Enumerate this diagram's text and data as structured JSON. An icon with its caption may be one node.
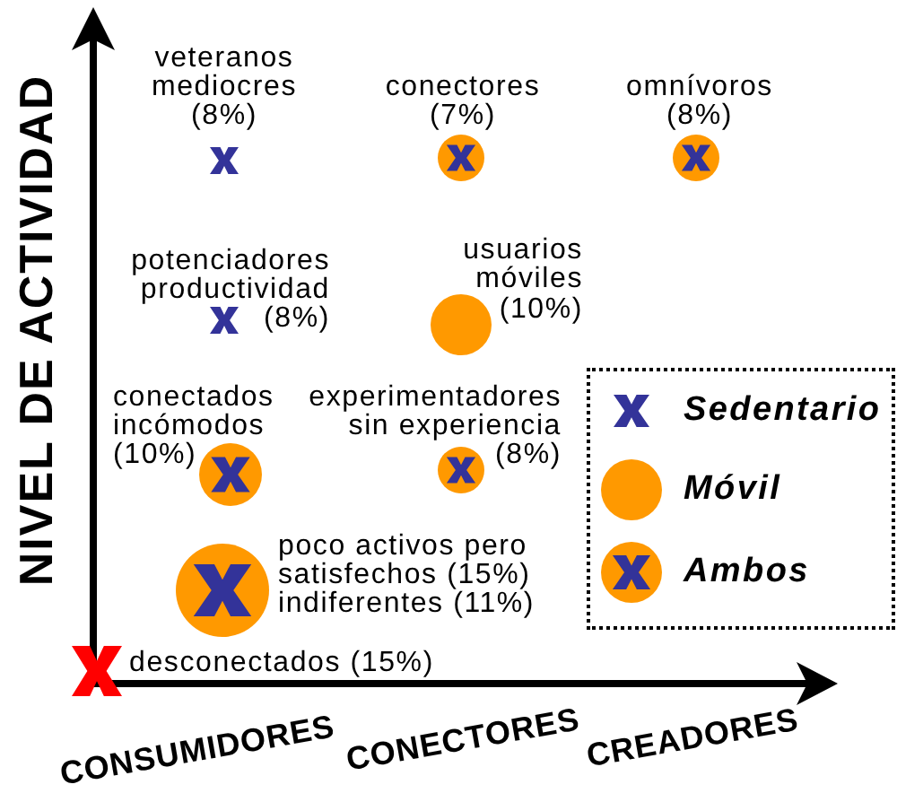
{
  "diagram": {
    "nodes": [
      {
        "text": [],
        "shape": "cross",
        "beside": [
          "veteranos mediocres (8%)"
        ]
      },
      {
        "text": [],
        "shape": "crossed-circle",
        "beside": [
          "conectores (7%)"
        ]
      },
      {
        "text": [],
        "shape": "crossed-circle",
        "beside": [
          "omnívoros (8%)"
        ]
      },
      {
        "text": [],
        "shape": "cross",
        "beside": [
          "potenciadores productividad",
          "(8%)"
        ]
      },
      {
        "text": [],
        "shape": "circle",
        "beside": [
          "usuarios móviles",
          "(10%)"
        ]
      },
      {
        "text": [],
        "shape": "crossed-circle",
        "beside": [
          "conectados incómodos",
          "(10%)"
        ]
      },
      {
        "text": [],
        "shape": "crossed-circle",
        "beside": [
          "experimentadores sin experiencia",
          "(8%)"
        ]
      },
      {
        "text": [],
        "shape": "crossed-circle",
        "beside": [
          "poco activos pero satisfechos (15%)",
          "indiferentes (11%)"
        ]
      },
      {
        "text": [],
        "shape": "cross",
        "beside": [
          "desconectados (15%)"
        ]
      }
    ],
    "labels": [
      "NIVEL DE ACTIVIDAD",
      "CONSUMIDORES",
      "CONECTORES",
      "CREADORES"
    ],
    "legend": [
      {
        "text": "Sedentario"
      },
      {
        "text": "Móvil",
        "color": "#ff9900"
      },
      {
        "text": "Ambos"
      }
    ]
  }
}
